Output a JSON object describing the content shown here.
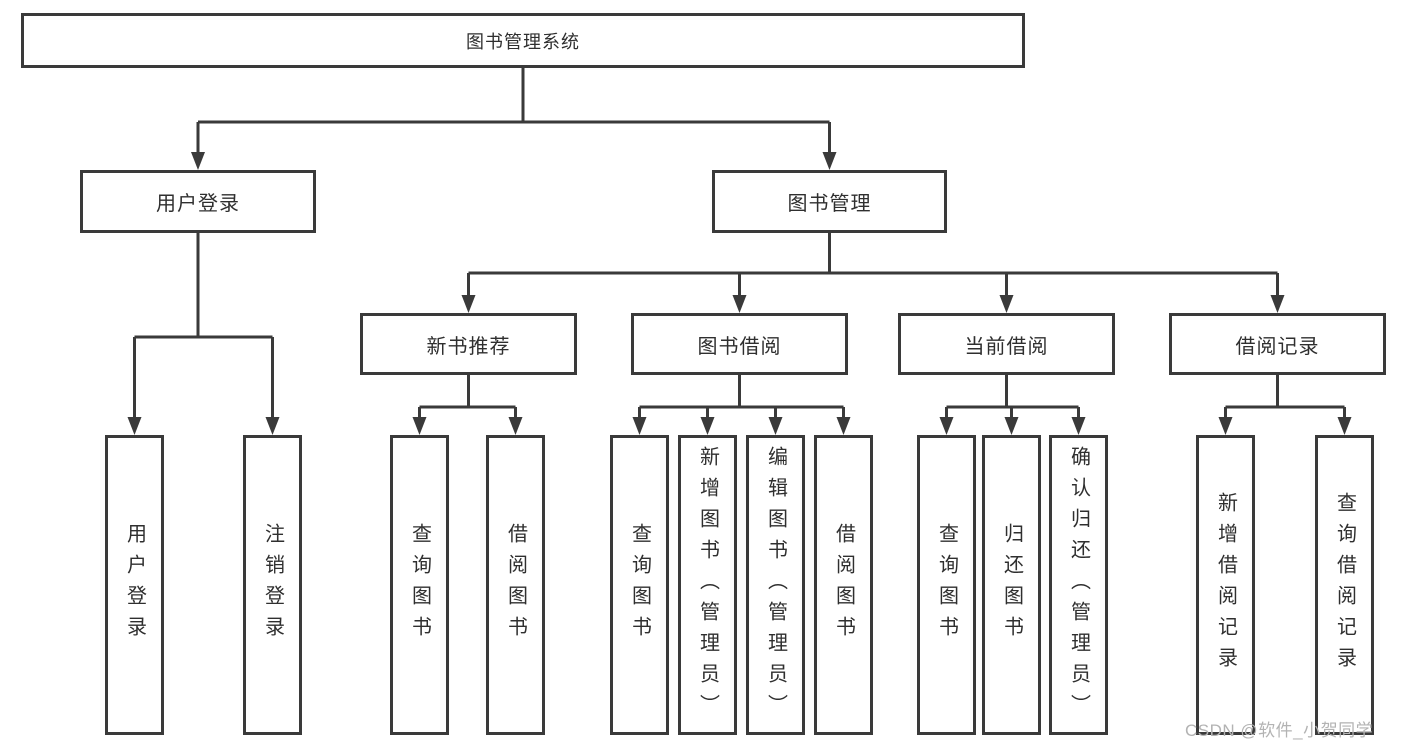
{
  "nodes": {
    "root": "图书管理系统",
    "user_login": "用户登录",
    "book_mgmt": "图书管理",
    "new_book_rec": "新书推荐",
    "book_borrow": "图书借阅",
    "current_borrow": "当前借阅",
    "borrow_records": "借阅记录",
    "leaf_user_login": "用户登录",
    "leaf_logout": "注销登录",
    "leaf_rec_query_books": "查询图书",
    "leaf_rec_borrow_books": "借阅图书",
    "leaf_bb_query_books": "查询图书",
    "leaf_bb_add_books": "新增图书（管理员）",
    "leaf_bb_edit_books": "编辑图书（管理员）",
    "leaf_bb_borrow_books": "借阅图书",
    "leaf_cb_query_books": "查询图书",
    "leaf_cb_return_books": "归还图书",
    "leaf_cb_confirm_return": "确认归还（管理员）",
    "leaf_br_add_record": "新增借阅记录",
    "leaf_br_query_record": "查询借阅记录"
  },
  "colors": {
    "line": "#3a3a3a",
    "text": "#2f2f2f",
    "background": "#ffffff",
    "watermark": "#b3b3b3"
  },
  "watermark": {
    "text": "CSDN @软件_小贺同学"
  }
}
